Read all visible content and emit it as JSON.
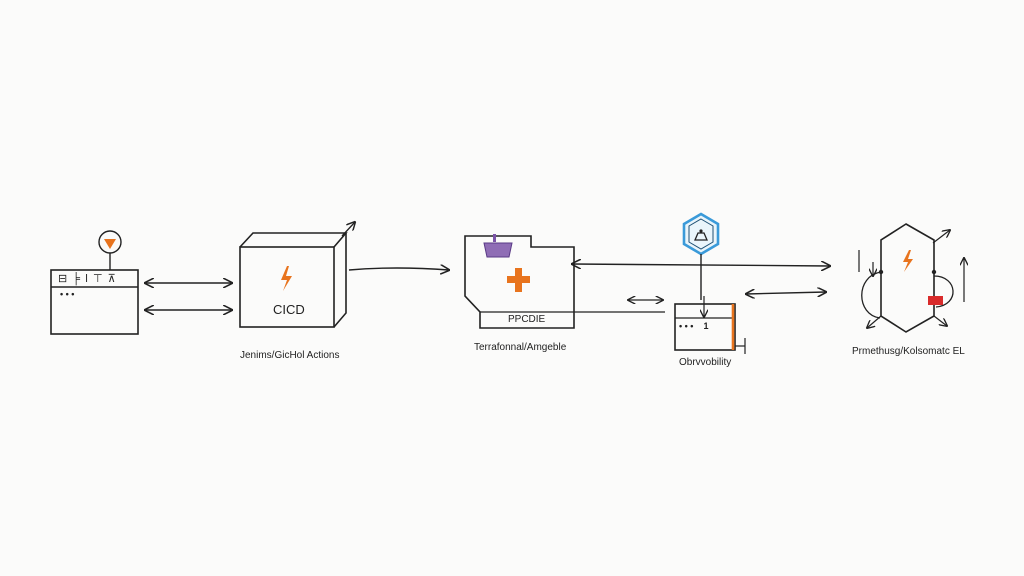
{
  "nodes": {
    "source": {
      "toolbar_glyphs": "⊟ ╞ ǀ ⊤ ⊼",
      "dots": "• • •"
    },
    "cicd": {
      "title": "CICD",
      "caption": "Jenims/GicHol Actions"
    },
    "iac": {
      "box_label": "PPCDIE",
      "caption": "Terrafonnal/Amgeble"
    },
    "observability": {
      "inner_text": "• • •    1",
      "caption": "Obrvvobility"
    },
    "monitoring": {
      "caption": "Prmethusg/Kolsomatc EL"
    }
  },
  "colors": {
    "accent_orange": "#e8741e",
    "accent_purple": "#7b54a8",
    "accent_blue": "#3a9ad9",
    "accent_red": "#d92b2b",
    "ink": "#222222"
  }
}
